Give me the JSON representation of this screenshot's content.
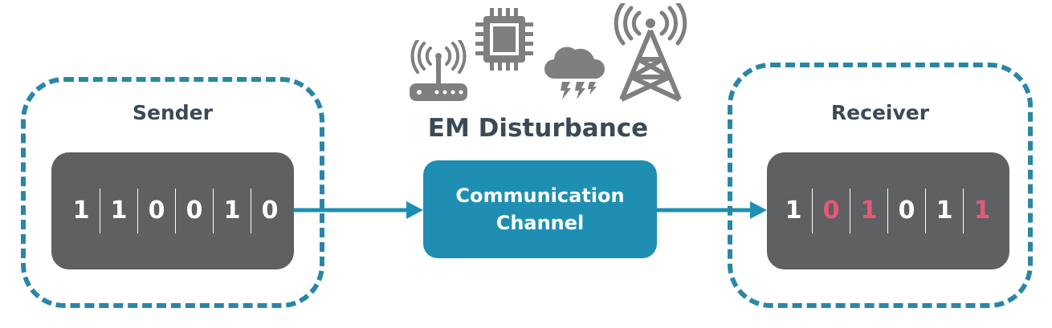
{
  "sender": {
    "title": "Sender",
    "bits": [
      "1",
      "1",
      "0",
      "0",
      "1",
      "0"
    ],
    "bit_colors": [
      "normal",
      "normal",
      "normal",
      "normal",
      "normal",
      "normal"
    ]
  },
  "receiver": {
    "title": "Receiver",
    "bits": [
      "1",
      "0",
      "1",
      "0",
      "1",
      "1"
    ],
    "bit_colors": [
      "normal",
      "error",
      "error",
      "normal",
      "normal",
      "error"
    ]
  },
  "disturbance": {
    "title": "EM Disturbance",
    "icons": [
      "wifi-router-icon",
      "cpu-chip-icon",
      "storm-cloud-icon",
      "radio-tower-icon"
    ]
  },
  "channel": {
    "line1": "Communication",
    "line2": "Channel"
  },
  "colors": {
    "accent": "#2a86a6",
    "channel": "#1e8fb3",
    "bit_box": "#5f6062",
    "bit_normal": "#ffffff",
    "bit_error": "#e8577a",
    "title_text": "#3a4a57",
    "icon_gray": "#7f7f7f"
  }
}
